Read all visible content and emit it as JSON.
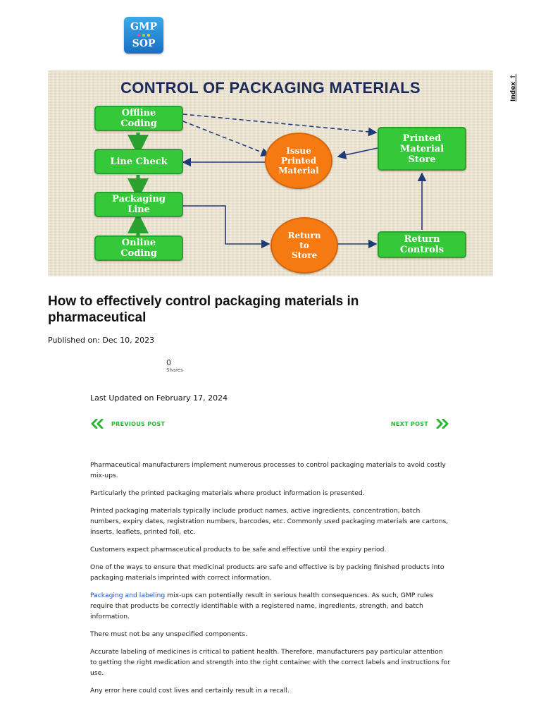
{
  "logo": {
    "line1": "GMP",
    "line2": "SOP",
    "dot_colors": [
      "#ff3da8",
      "#8ee04a",
      "#ffd400"
    ]
  },
  "index_tab": {
    "label": "Index",
    "arrow": "↑"
  },
  "diagram": {
    "title": "CONTROL OF PACKAGING MATERIALS",
    "colors": {
      "box": "#35c93a",
      "circle": "#f57a12",
      "line": "#1f3a7a"
    },
    "nodes": {
      "offline_coding": "Offline\nCoding",
      "line_check": "Line Check",
      "packaging_line": "Packaging\nLine",
      "online_coding": "Online\nCoding",
      "issue_printed_material": "Issue\nPrinted\nMaterial",
      "printed_material_store": "Printed\nMaterial\nStore",
      "return_to_store": "Return\nto\nStore",
      "return_controls": "Return\nControls"
    }
  },
  "article": {
    "headline": "How to effectively control packaging materials in pharmaceutical",
    "published": "Published on: Dec 10, 2023",
    "shares_count": "0",
    "shares_label": "Shares",
    "last_updated": "Last Updated on February 17, 2024",
    "prev_label": "PREVIOUS POST",
    "next_label": "NEXT POST",
    "accent_color": "#28b534",
    "paragraphs": [
      "Pharmaceutical manufacturers implement numerous processes to control packaging materials to avoid costly mix-ups.",
      "Particularly the printed packaging materials where product information is presented.",
      "Printed packaging materials typically include product names, active ingredients, concentration, batch numbers, expiry dates, registration numbers, barcodes, etc. Commonly used packaging materials are cartons, inserts, leaflets, printed foil, etc.",
      "Customers expect pharmaceutical products to be safe and effective until the expiry period.",
      "One of the ways to ensure that medicinal products are safe and effective is by packing finished products into packaging materials imprinted with correct information."
    ],
    "link_paragraph": {
      "link_text": "Packaging and labeling",
      "rest": " mix-ups can potentially result in serious health consequences. As such, GMP rules require that products be correctly identifiable with a registered name, ingredients, strength, and batch information."
    },
    "paragraphs_after": [
      "There must not be any unspecified components.",
      "Accurate labeling of medicines is critical to patient health. Therefore, manufacturers pay particular attention to getting the right medication and strength into the right container with the correct labels and instructions for use.",
      "Any error here could cost lives and certainly result in a recall."
    ]
  }
}
